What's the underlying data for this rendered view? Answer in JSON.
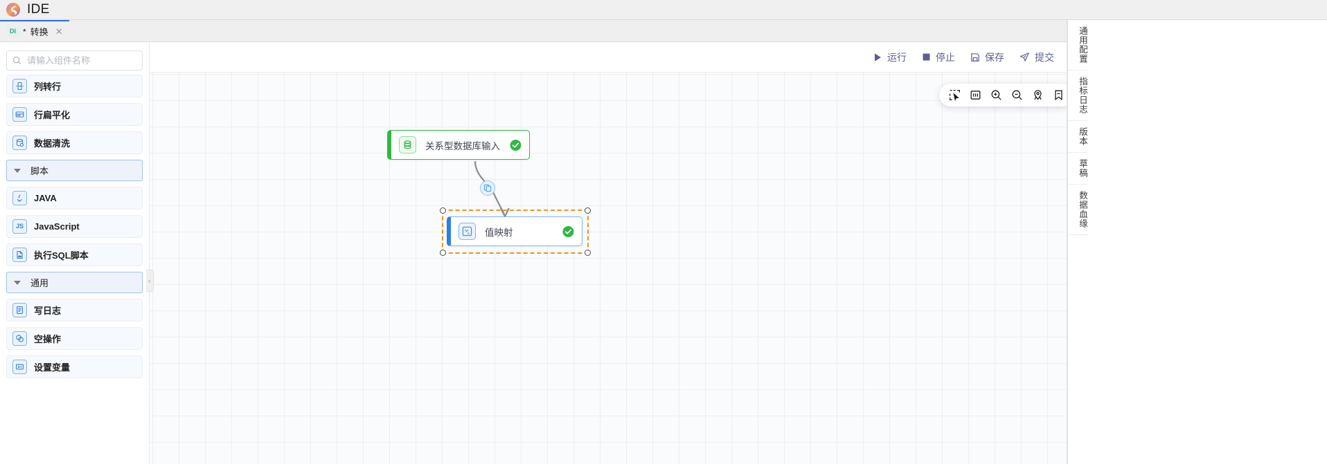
{
  "app": {
    "title": "IDE",
    "logo_icon": "swirl-logo-icon"
  },
  "tabbar": {
    "tabs": [
      {
        "badge": "DI",
        "modified_marker": "*",
        "label": "转换",
        "close_icon": "close-icon"
      }
    ],
    "collapse_icon": "double-chevron-down-icon"
  },
  "palette": {
    "search": {
      "placeholder": "请输入组件名称",
      "value": "",
      "icon": "search-icon"
    },
    "items": [
      {
        "type": "item",
        "label": "列转行",
        "icon": "column-to-row-icon"
      },
      {
        "type": "item",
        "label": "行扁平化",
        "icon": "row-flatten-icon"
      },
      {
        "type": "item",
        "label": "数据清洗",
        "icon": "data-clean-icon"
      },
      {
        "type": "group",
        "label": "脚本",
        "icon": "caret-down-icon",
        "expanded": true
      },
      {
        "type": "item",
        "label": "JAVA",
        "icon": "java-icon"
      },
      {
        "type": "item",
        "label": "JavaScript",
        "icon": "js-icon"
      },
      {
        "type": "item",
        "label": "执行SQL脚本",
        "icon": "sql-file-icon"
      },
      {
        "type": "group",
        "label": "通用",
        "icon": "caret-down-icon",
        "expanded": true
      },
      {
        "type": "item",
        "label": "写日志",
        "icon": "write-log-icon"
      },
      {
        "type": "item",
        "label": "空操作",
        "icon": "no-op-icon"
      },
      {
        "type": "item",
        "label": "设置变量",
        "icon": "set-variable-icon"
      }
    ],
    "collapse_handle_icon": "chevron-left-icon"
  },
  "actions": [
    {
      "label": "运行",
      "icon": "play-icon"
    },
    {
      "label": "停止",
      "icon": "stop-icon"
    },
    {
      "label": "保存",
      "icon": "save-icon"
    },
    {
      "label": "提交",
      "icon": "send-icon"
    }
  ],
  "canvas": {
    "zoom_toolbar": [
      {
        "name": "marquee-select-icon",
        "active": true
      },
      {
        "name": "fit-view-icon",
        "active": false
      },
      {
        "name": "zoom-in-icon",
        "active": false
      },
      {
        "name": "zoom-out-icon",
        "active": false
      },
      {
        "name": "locate-node-icon",
        "active": false
      },
      {
        "name": "bookmark-icon",
        "active": false
      }
    ],
    "nodes": [
      {
        "id": "node-db",
        "label": "关系型数据库输入",
        "icon": "database-icon",
        "accent": "#31b843",
        "status": "success",
        "status_icon": "check-circle-icon",
        "selected": false
      },
      {
        "id": "node-map",
        "label": "值映射",
        "icon": "value-mapping-icon",
        "accent": "#2f7fe0",
        "status": "success",
        "status_icon": "check-circle-icon",
        "selected": true
      }
    ],
    "edge": {
      "from": "node-db",
      "to": "node-map",
      "button_icon": "copy-edge-icon"
    },
    "selection_color": "#f0901e"
  },
  "right_rail": {
    "items": [
      {
        "label": "通用配置"
      },
      {
        "label": "指标日志"
      },
      {
        "label": "版本"
      },
      {
        "label": "草稿"
      },
      {
        "label": "数据血缘"
      }
    ]
  },
  "colors": {
    "tab_active": "#2f6fe0",
    "action_text": "#5c608f",
    "node_success": "#31b843",
    "node_blue": "#2f7fe0",
    "selection": "#f0901e"
  }
}
